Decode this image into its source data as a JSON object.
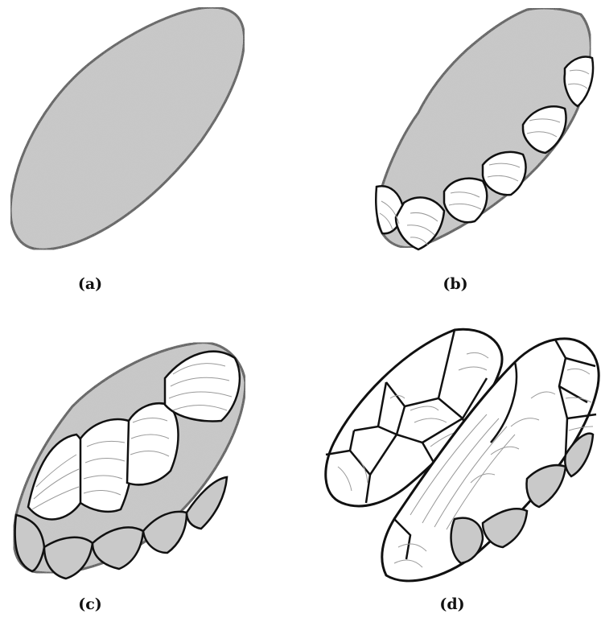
{
  "panels": [
    {
      "id": "a",
      "label": "(a)",
      "stage": "unworked-blank"
    },
    {
      "id": "b",
      "label": "(b)",
      "stage": "first-edge-flaking"
    },
    {
      "id": "c",
      "label": "(c)",
      "stage": "invasive-flaking"
    },
    {
      "id": "d",
      "label": "(d)",
      "stage": "finished-biface"
    }
  ],
  "colors": {
    "cortex": "#c9c9c9",
    "flake_scar": "#ffffff",
    "outline": "#111111",
    "ripple": "#9a9a9a"
  }
}
